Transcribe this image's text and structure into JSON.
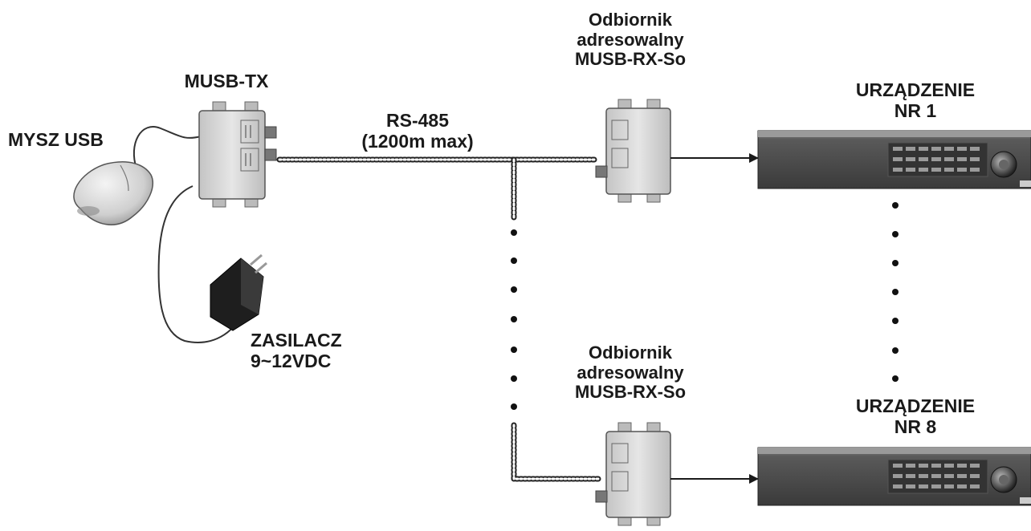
{
  "labels": {
    "mouse": "MYSZ USB",
    "transmitter": "MUSB-TX",
    "bus_line1": "RS-485",
    "bus_line2": "(1200m max)",
    "receiver_top": [
      "Odbiornik",
      "adresowalny",
      "MUSB-RX-So"
    ],
    "receiver_bottom": [
      "Odbiornik",
      "adresowalny",
      "MUSB-RX-So"
    ],
    "device_top": [
      "URZĄDZENIE",
      "NR 1"
    ],
    "device_bottom": [
      "URZĄDZENIE",
      "NR 8"
    ],
    "power_supply": [
      "ZASILACZ",
      "9~12VDC"
    ]
  },
  "colors": {
    "ink": "#1a1a1a",
    "module_body": "#d8d8d8",
    "recorder_body": "#4a4a4a"
  }
}
